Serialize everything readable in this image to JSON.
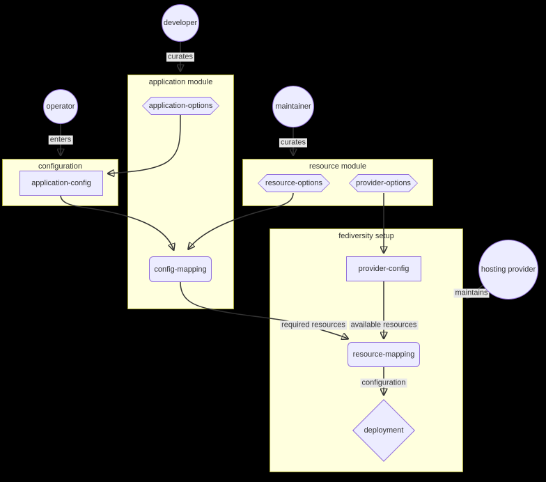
{
  "diagram_type": "flowchart",
  "colors": {
    "background": "#000000",
    "node_fill": "#ECECFF",
    "node_border": "#9370DB",
    "cluster_fill": "#FFFFDE",
    "cluster_border": "#AAAA33",
    "edge": "#333333",
    "edge_label_bg": "#E8E8E8",
    "text": "#333333"
  },
  "clusters": {
    "application_module": {
      "label": "application module"
    },
    "configuration": {
      "label": "configuration"
    },
    "resource_module": {
      "label": "resource module"
    },
    "fediversity_setup": {
      "label": "fediversity setup"
    }
  },
  "nodes": {
    "developer": {
      "label": "developer",
      "shape": "circle"
    },
    "operator": {
      "label": "operator",
      "shape": "circle"
    },
    "maintainer": {
      "label": "maintainer",
      "shape": "circle"
    },
    "hosting_provider": {
      "label": "hosting provider",
      "shape": "circle"
    },
    "application_options": {
      "label": "application-options",
      "shape": "hexagon"
    },
    "resource_options": {
      "label": "resource-options",
      "shape": "hexagon"
    },
    "provider_options": {
      "label": "provider-options",
      "shape": "hexagon"
    },
    "application_config": {
      "label": "application-config",
      "shape": "rect"
    },
    "provider_config": {
      "label": "provider-config",
      "shape": "rect"
    },
    "config_mapping": {
      "label": "config-mapping",
      "shape": "rounded-rect"
    },
    "resource_mapping": {
      "label": "resource-mapping",
      "shape": "rounded-rect"
    },
    "deployment": {
      "label": "deployment",
      "shape": "diamond"
    }
  },
  "edges": [
    {
      "from": "developer",
      "to": "application module",
      "label": "curates"
    },
    {
      "from": "operator",
      "to": "configuration",
      "label": "enters"
    },
    {
      "from": "application-options",
      "to": "application-config",
      "label": ""
    },
    {
      "from": "application-config",
      "to": "config-mapping",
      "label": ""
    },
    {
      "from": "maintainer",
      "to": "resource module",
      "label": "curates"
    },
    {
      "from": "resource-options",
      "to": "config-mapping",
      "label": ""
    },
    {
      "from": "provider-options",
      "to": "provider-config",
      "label": ""
    },
    {
      "from": "config-mapping",
      "to": "resource-mapping",
      "label": "required resources"
    },
    {
      "from": "provider-config",
      "to": "resource-mapping",
      "label": "available resources"
    },
    {
      "from": "resource-mapping",
      "to": "deployment",
      "label": "configuration"
    },
    {
      "from": "hosting provider",
      "to": "fediversity setup",
      "label": "maintains"
    }
  ],
  "edge_labels": {
    "developer_curates": "curates",
    "operator_enters": "enters",
    "maintainer_curates": "curates",
    "hosting_maintains": "maintains",
    "required_resources": "required resources",
    "available_resources": "available resources",
    "deploy_configuration": "configuration"
  }
}
